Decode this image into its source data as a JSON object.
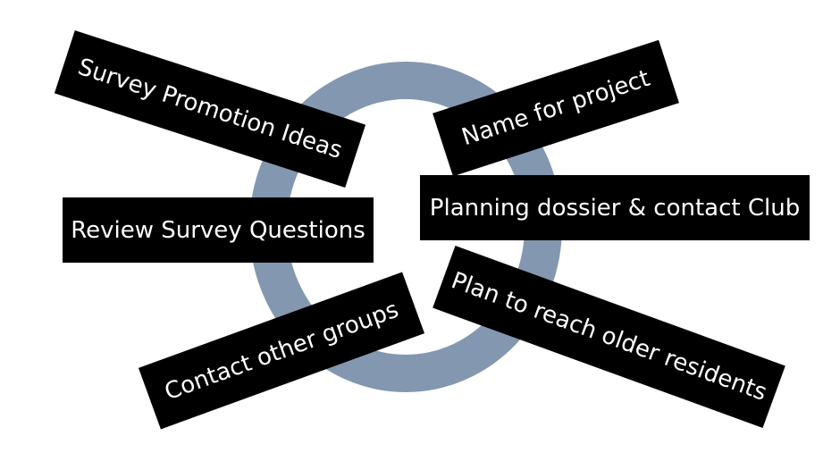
{
  "diagram": {
    "ring_color": "#8497b0",
    "label_bg": "#000000",
    "label_fg": "#ffffff",
    "labels": [
      {
        "id": "survey-promotion-ideas",
        "text": "Survey Promotion Ideas"
      },
      {
        "id": "name-for-project",
        "text": "Name for project"
      },
      {
        "id": "review-survey-questions",
        "text": "Review Survey Questions"
      },
      {
        "id": "planning-dossier",
        "text": "Planning dossier & contact Club"
      },
      {
        "id": "contact-other-groups",
        "text": "Contact other groups"
      },
      {
        "id": "plan-older-residents",
        "text": "Plan to reach older residents"
      }
    ]
  }
}
